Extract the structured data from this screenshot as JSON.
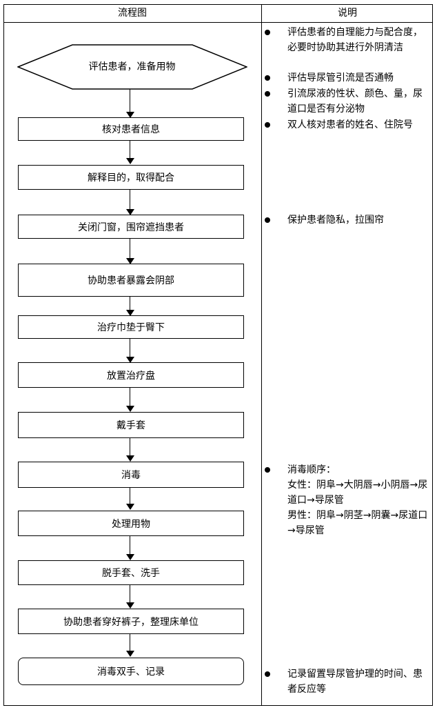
{
  "header": {
    "left": "流程图",
    "right": "说明"
  },
  "flow": {
    "start": "评估患者，准备用物",
    "steps": [
      "核对患者信息",
      "解释目的，取得配合",
      "关闭门窗，围帘遮挡患者",
      "协助患者暴露会阴部",
      "治疗巾垫于臀下",
      "放置治疗盘",
      "戴手套",
      "消毒",
      "处理用物",
      "脱手套、洗手",
      "协助患者穿好裤子，整理床单位"
    ],
    "end": "消毒双手、记录"
  },
  "notes": {
    "n1": "评估患者的自理能力与配合度，必要时协助其进行外阴清洁",
    "n2": "评估导尿管引流是否通畅",
    "n3": "引流尿液的性状、颜色、量，尿道口是否有分泌物",
    "n4": "双人核对患者的姓名、住院号",
    "n5": "保护患者隐私，拉围帘",
    "n6_title": "消毒顺序：",
    "n6_female": "女性：阴阜→大阴唇→小阴唇→尿道口→导尿管",
    "n6_male": "男性：阴阜→阴茎→阴囊→尿道口→导尿管",
    "n7": "记录留置导尿管护理的时间、患者反应等"
  }
}
